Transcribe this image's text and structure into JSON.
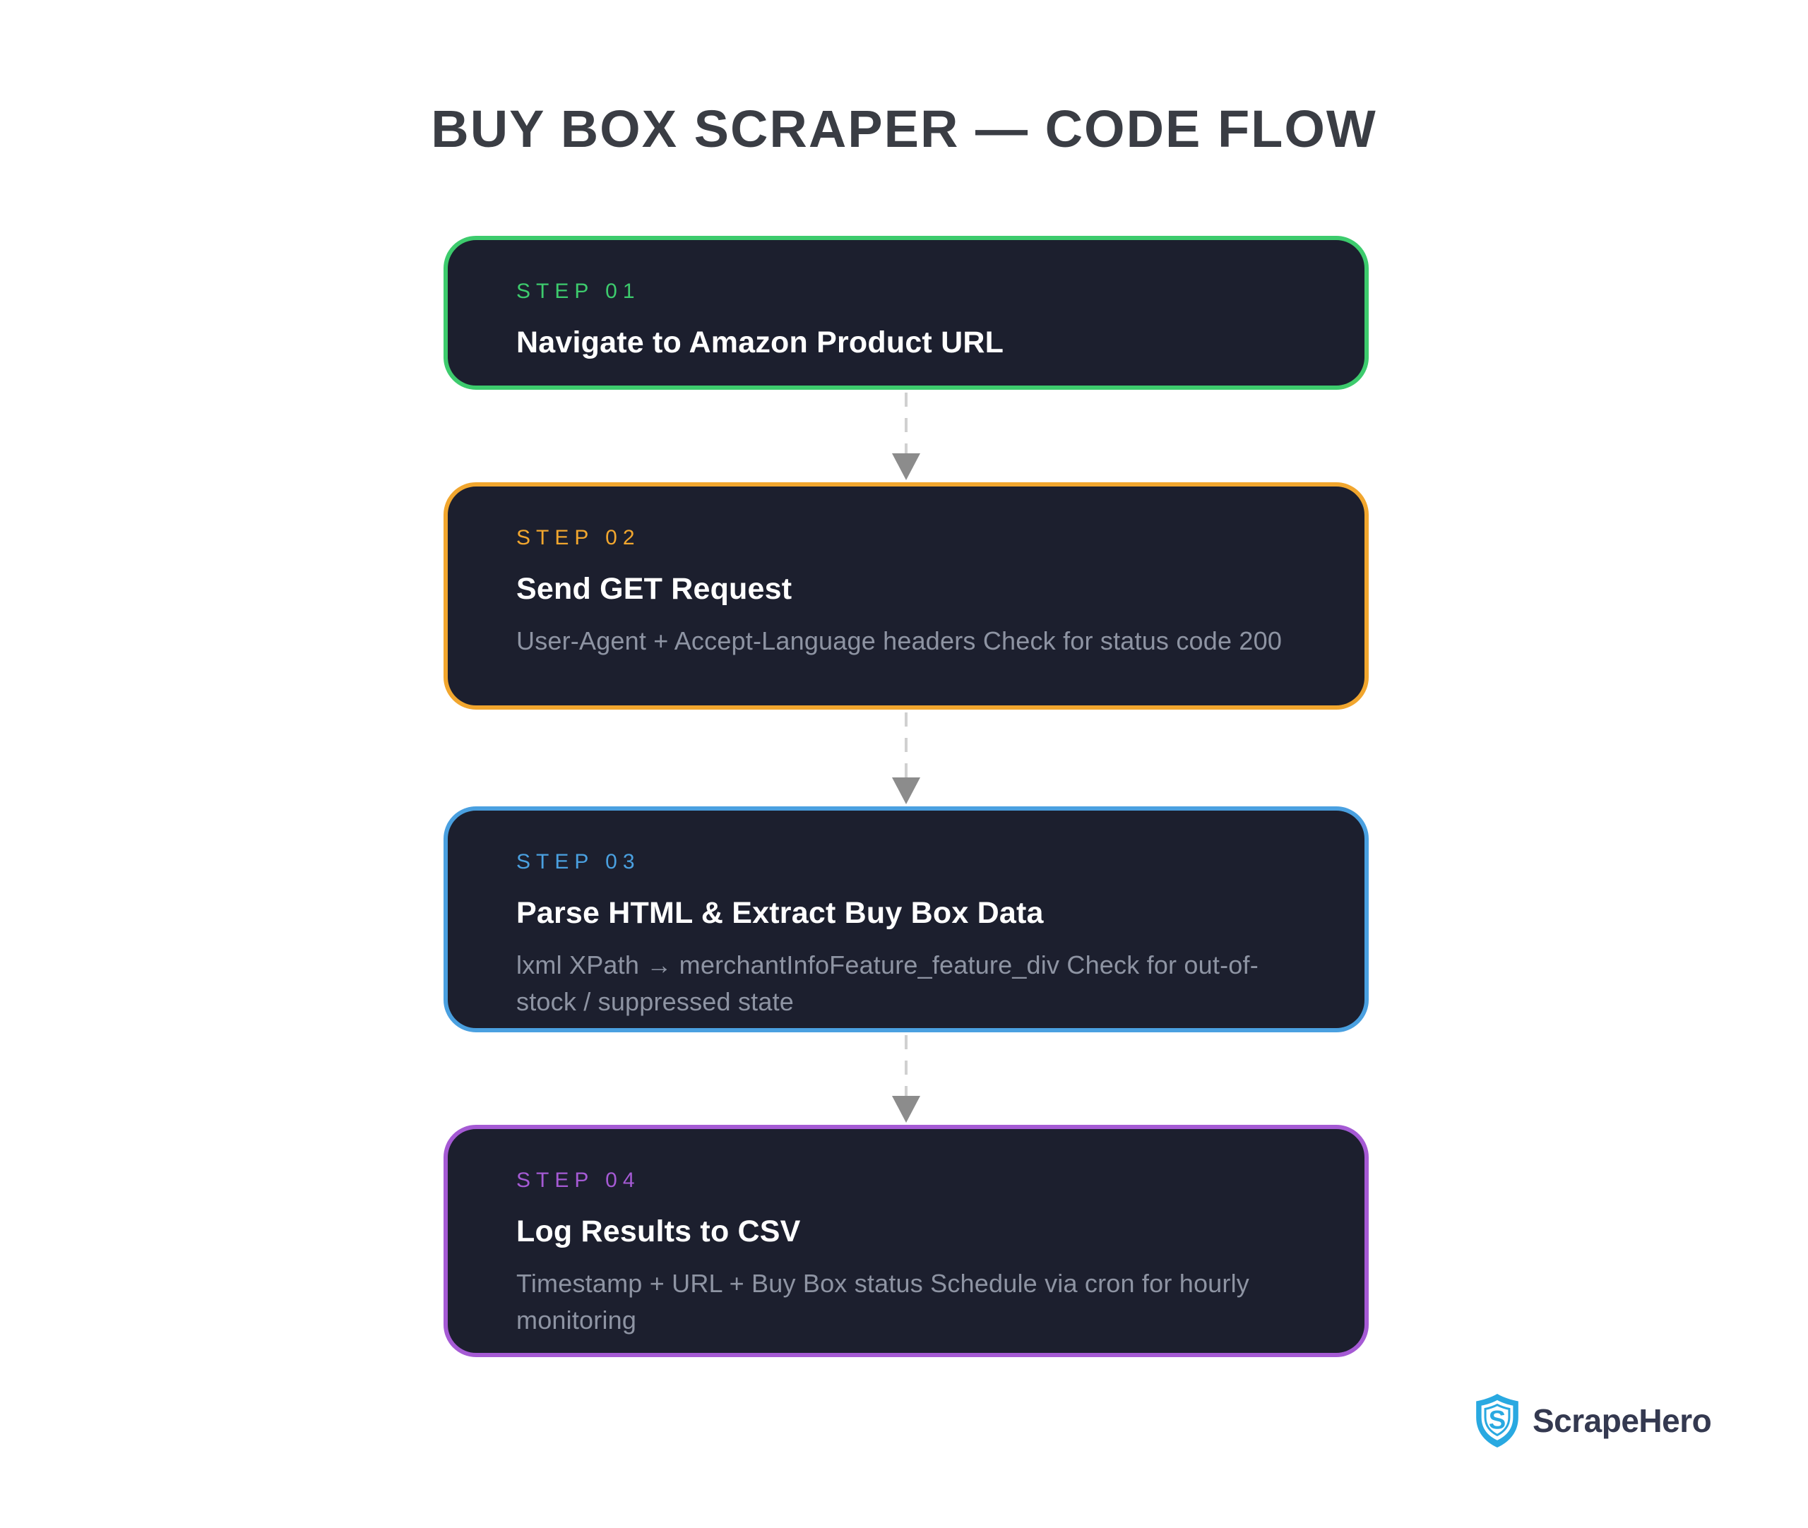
{
  "title": "BUY BOX SCRAPER — CODE FLOW",
  "steps": [
    {
      "label": "STEP 01",
      "title": "Navigate to Amazon Product URL",
      "subtitle": "",
      "color": "#3dcb6d"
    },
    {
      "label": "STEP 02",
      "title": "Send GET Request",
      "subtitle": "User-Agent + Accept-Language headers Check for status code 200",
      "color": "#f1a62e"
    },
    {
      "label": "STEP 03",
      "title": "Parse HTML & Extract Buy Box Data",
      "subtitle": "lxml XPath → merchantInfoFeature_feature_div Check for out-of-stock / suppressed state",
      "color": "#4aa0e0"
    },
    {
      "label": "STEP 04",
      "title": "Log Results to CSV",
      "subtitle": "Timestamp + URL + Buy Box status Schedule via cron for hourly monitoring",
      "color": "#a55ad4"
    }
  ],
  "connector": {
    "dash_color": "#d0d0d0",
    "arrow_color": "#8c8c8c"
  },
  "logo": {
    "text": "ScrapeHero",
    "shield_color": "#29a9e1",
    "text_color": "#343950"
  },
  "colors": {
    "page_background": "#ffffff",
    "card_background": "#1c1f2e",
    "page_title": "#3a3d44",
    "card_title": "#ffffff",
    "card_subtitle": "#8e94a3"
  }
}
